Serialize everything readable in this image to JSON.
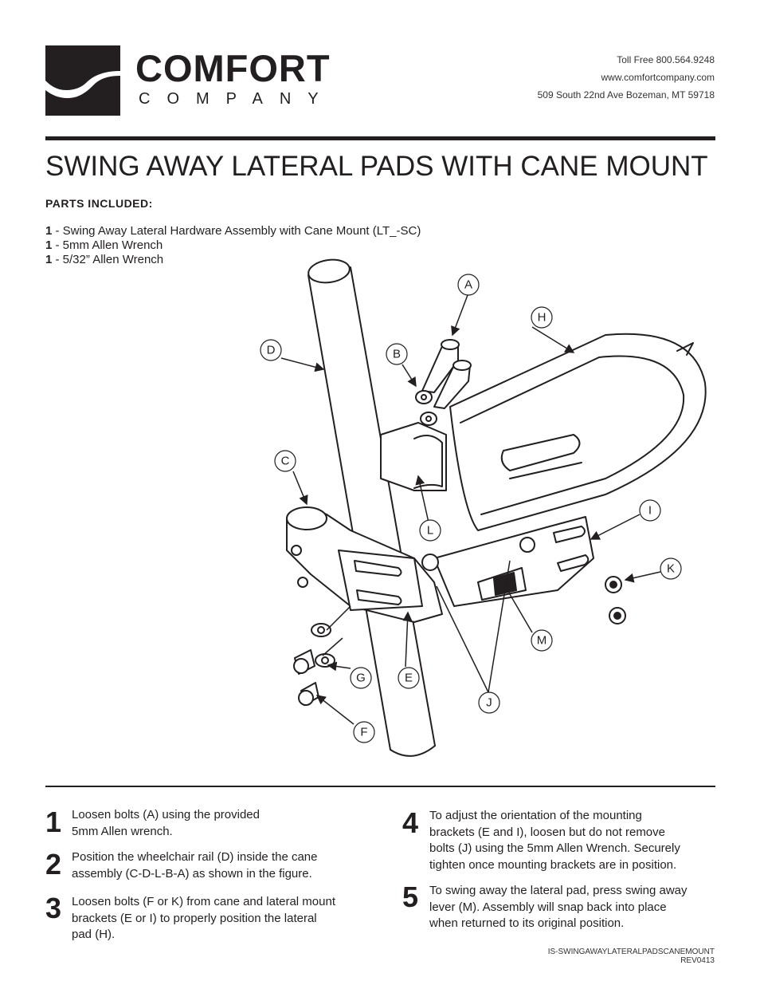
{
  "header": {
    "brand_line1": "COMFORT",
    "brand_line2": "COMPANY",
    "toll_free": "Toll Free  800.564.9248",
    "website": "www.comfortcompany.com",
    "address": "509 South 22nd Ave Bozeman, MT 59718"
  },
  "title": "SWING AWAY LATERAL PADS WITH CANE MOUNT",
  "parts": {
    "heading": "PARTS INCLUDED:",
    "items": [
      {
        "qty": "1",
        "text": " - Swing Away Lateral Hardware Assembly with Cane Mount (LT_-SC)"
      },
      {
        "qty": "1",
        "text": " - 5mm Allen Wrench"
      },
      {
        "qty": "1",
        "text": " - 5/32” Allen Wrench"
      }
    ]
  },
  "figure": {
    "callouts": [
      "A",
      "B",
      "C",
      "D",
      "E",
      "F",
      "G",
      "H",
      "I",
      "J",
      "K",
      "L",
      "M"
    ]
  },
  "steps": [
    {
      "num": "1",
      "lines": [
        "Loosen bolts (A) using the provided",
        "5mm Allen wrench."
      ]
    },
    {
      "num": "2",
      "lines": [
        "Position the wheelchair rail (D) inside the cane",
        "assembly (C-D-L-B-A) as shown in the figure."
      ]
    },
    {
      "num": "3",
      "lines": [
        "Loosen bolts (F or K) from cane and lateral mount",
        "brackets (E or I) to properly position the lateral",
        "pad (H)."
      ]
    },
    {
      "num": "4",
      "lines": [
        "To adjust the orientation of the mounting",
        "brackets (E and I), loosen but do not remove",
        "bolts (J) using the 5mm Allen Wrench.  Securely",
        "tighten once mounting brackets are in position."
      ]
    },
    {
      "num": "5",
      "lines": [
        "To swing away the lateral pad, press swing away",
        "lever (M).  Assembly will snap back into place",
        "when returned to its original position."
      ]
    }
  ],
  "doc_id": "IS-SWINGAWAYLATERALPADSCANEMOUNT",
  "revision": "REV0413",
  "colors": {
    "ink": "#231f20",
    "background": "#ffffff"
  }
}
